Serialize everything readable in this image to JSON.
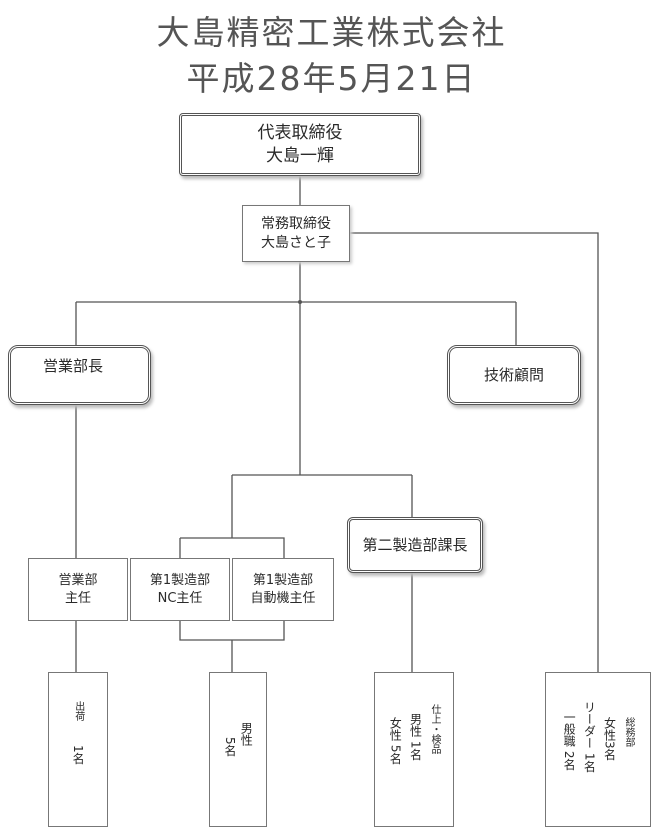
{
  "header": {
    "company": "大島精密工業株式会社",
    "date": "平成28年5月21日"
  },
  "org": {
    "ceo": {
      "title": "代表取締役",
      "name": "大島一輝"
    },
    "md": {
      "title": "常務取締役",
      "name": "大島さと子"
    },
    "sales_head": {
      "title": "営業部長"
    },
    "tech_adviser": {
      "title": "技術顧問"
    },
    "mfg2_manager": {
      "title": "第二製造部課長"
    },
    "sales_chief": {
      "line1": "営業部",
      "line2": "主任"
    },
    "mfg1_nc": {
      "line1": "第1製造部",
      "line2": "NC主任"
    },
    "mfg1_auto": {
      "line1": "第1製造部",
      "line2": "自動機主任"
    },
    "staff_shipping": {
      "label": "出荷",
      "count": "1名"
    },
    "staff_male": {
      "label": "男性",
      "count": "5名"
    },
    "staff_finish": {
      "label": "仕上・検品",
      "male": "男性 1名",
      "female": "女性 5名"
    },
    "staff_admin": {
      "label": "総務部",
      "female": "女性3名",
      "leader": "リーダー 1名",
      "general": "一般職 2名"
    }
  }
}
